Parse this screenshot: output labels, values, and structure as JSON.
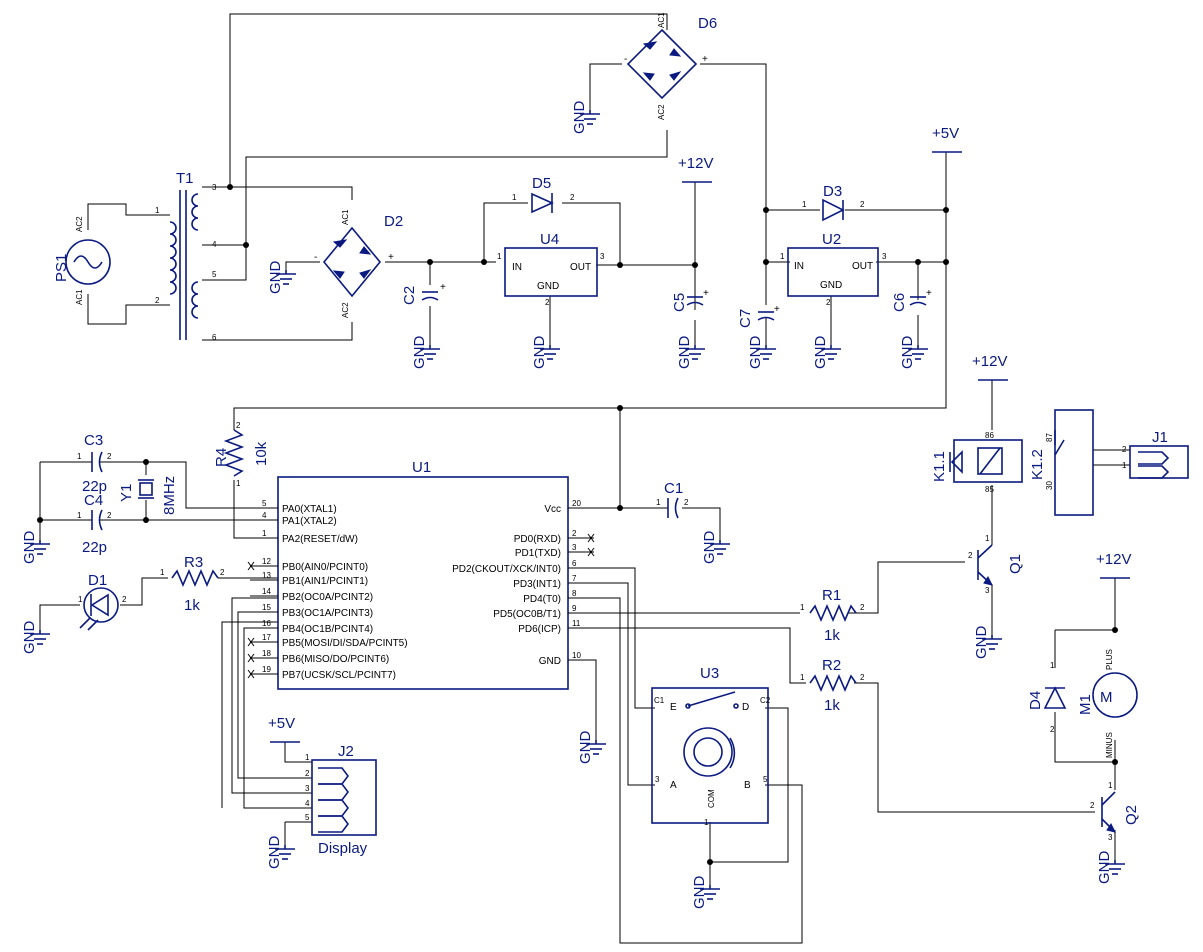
{
  "components": {
    "T1": {
      "ref": "T1"
    },
    "PS1": {
      "ref": "PS1"
    },
    "D2": {
      "ref": "D2"
    },
    "D6": {
      "ref": "D6"
    },
    "D5": {
      "ref": "D5"
    },
    "D3": {
      "ref": "D3"
    },
    "D1": {
      "ref": "D1"
    },
    "D4": {
      "ref": "D4"
    },
    "U4": {
      "ref": "U4",
      "in": "IN",
      "out": "OUT",
      "gnd": "GND"
    },
    "U2": {
      "ref": "U2",
      "in": "IN",
      "out": "OUT",
      "gnd": "GND"
    },
    "U1": {
      "ref": "U1"
    },
    "U3": {
      "ref": "U3",
      "e": "E",
      "d": "D",
      "a": "A",
      "b": "B",
      "com": "COM",
      "c1": "C1",
      "c2": "C2"
    },
    "C1": {
      "ref": "C1"
    },
    "C2": {
      "ref": "C2"
    },
    "C3": {
      "ref": "C3",
      "value": "22p"
    },
    "C4": {
      "ref": "C4",
      "value": "22p"
    },
    "C5": {
      "ref": "C5"
    },
    "C6": {
      "ref": "C6"
    },
    "C7": {
      "ref": "C7"
    },
    "R1": {
      "ref": "R1",
      "value": "1k"
    },
    "R2": {
      "ref": "R2",
      "value": "1k"
    },
    "R3": {
      "ref": "R3",
      "value": "1k"
    },
    "R4": {
      "ref": "R4",
      "value": "10k"
    },
    "Y1": {
      "ref": "Y1",
      "value": "8MHz"
    },
    "K11": {
      "ref": "K1.1"
    },
    "K12": {
      "ref": "K1.2"
    },
    "J1": {
      "ref": "J1"
    },
    "J2": {
      "ref": "J2",
      "value": "Display"
    },
    "Q1": {
      "ref": "Q1"
    },
    "Q2": {
      "ref": "Q2"
    },
    "M1": {
      "ref": "M1",
      "plus": "PLUS",
      "minus": "MINUS"
    }
  },
  "nets": {
    "plus12": "+12V",
    "plus5": "+5V",
    "gnd": "GND"
  },
  "u1_pins_left": [
    "PA0(XTAL1)",
    "PA1(XTAL2)",
    "PA2(RESET/dW)",
    "PB0(AIN0/PCINT0)",
    "PB1(AIN1/PCINT1)",
    "PB2(OC0A/PCINT2)",
    "PB3(OC1A/PCINT3)",
    "PB4(OC1B/PCINT4)",
    "PB5(MOSI/DI/SDA/PCINT5)",
    "PB6(MISO/DO/PCINT6)",
    "PB7(UCSK/SCL/PCINT7)"
  ],
  "u1_pins_left_num": [
    "5",
    "4",
    "1",
    "12",
    "13",
    "14",
    "15",
    "16",
    "17",
    "18",
    "19"
  ],
  "u1_pins_right": [
    "Vcc",
    "PD0(RXD)",
    "PD1(TXD)",
    "PD2(CKOUT/XCK/INT0)",
    "PD3(INT1)",
    "PD4(T0)",
    "PD5(OC0B/T1)",
    "PD6(ICP)",
    "GND"
  ],
  "u1_pins_right_num": [
    "20",
    "2",
    "3",
    "6",
    "7",
    "8",
    "9",
    "11",
    "10"
  ],
  "pin_numbers": {
    "p1": "1",
    "p2": "2",
    "p3": "3",
    "p4": "4",
    "p5": "5",
    "p6": "6",
    "p86": "86",
    "p85": "85",
    "p87": "87",
    "p30": "30"
  },
  "misc": {
    "ac1": "AC1",
    "ac2": "AC2",
    "minus": "-",
    "plus": "+"
  }
}
